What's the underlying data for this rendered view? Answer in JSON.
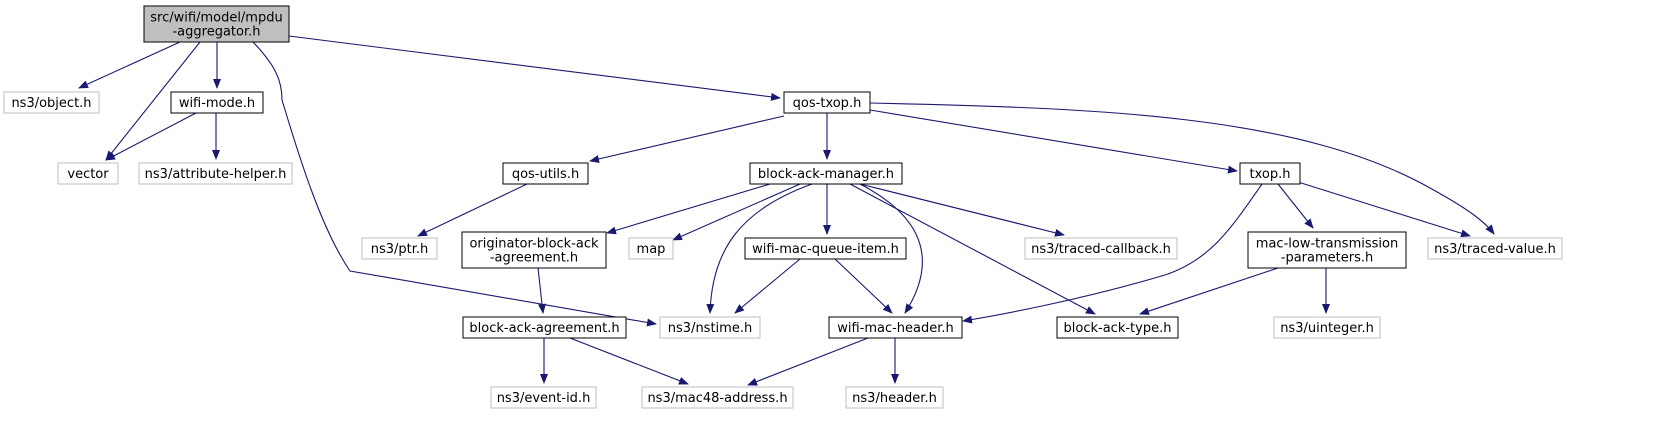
{
  "diagram": {
    "colors": {
      "edge": "#191970",
      "root_fill": "#bfbfbf",
      "root_border": "#000000",
      "node_border": "#000000",
      "external_border": "#bfbfbf",
      "text": "#000000"
    },
    "nodes": [
      {
        "id": "root",
        "lines": [
          "src/wifi/model/mpdu",
          "-aggregator.h"
        ],
        "style": "root"
      },
      {
        "id": "object",
        "lines": [
          "ns3/object.h"
        ],
        "style": "external"
      },
      {
        "id": "vector",
        "lines": [
          "vector"
        ],
        "style": "external"
      },
      {
        "id": "wifimode",
        "lines": [
          "wifi-mode.h"
        ],
        "style": "normal"
      },
      {
        "id": "attrhelper",
        "lines": [
          "ns3/attribute-helper.h"
        ],
        "style": "external"
      },
      {
        "id": "qostxop",
        "lines": [
          "qos-txop.h"
        ],
        "style": "normal"
      },
      {
        "id": "qosutils",
        "lines": [
          "qos-utils.h"
        ],
        "style": "normal"
      },
      {
        "id": "ptr",
        "lines": [
          "ns3/ptr.h"
        ],
        "style": "external"
      },
      {
        "id": "bam",
        "lines": [
          "block-ack-manager.h"
        ],
        "style": "normal"
      },
      {
        "id": "txop",
        "lines": [
          "txop.h"
        ],
        "style": "normal"
      },
      {
        "id": "oba",
        "lines": [
          "originator-block-ack",
          "-agreement.h"
        ],
        "style": "normal"
      },
      {
        "id": "map",
        "lines": [
          "map"
        ],
        "style": "external"
      },
      {
        "id": "wmqi",
        "lines": [
          "wifi-mac-queue-item.h"
        ],
        "style": "normal"
      },
      {
        "id": "tracedcb",
        "lines": [
          "ns3/traced-callback.h"
        ],
        "style": "external"
      },
      {
        "id": "mltp",
        "lines": [
          "mac-low-transmission",
          "-parameters.h"
        ],
        "style": "normal"
      },
      {
        "id": "tracedval",
        "lines": [
          "ns3/traced-value.h"
        ],
        "style": "external"
      },
      {
        "id": "baa",
        "lines": [
          "block-ack-agreement.h"
        ],
        "style": "normal"
      },
      {
        "id": "nstime",
        "lines": [
          "ns3/nstime.h"
        ],
        "style": "external"
      },
      {
        "id": "wmh",
        "lines": [
          "wifi-mac-header.h"
        ],
        "style": "normal"
      },
      {
        "id": "batype",
        "lines": [
          "block-ack-type.h"
        ],
        "style": "normal"
      },
      {
        "id": "uinteger",
        "lines": [
          "ns3/uinteger.h"
        ],
        "style": "external"
      },
      {
        "id": "eventid",
        "lines": [
          "ns3/event-id.h"
        ],
        "style": "external"
      },
      {
        "id": "mac48",
        "lines": [
          "ns3/mac48-address.h"
        ],
        "style": "external"
      },
      {
        "id": "header",
        "lines": [
          "ns3/header.h"
        ],
        "style": "external"
      }
    ],
    "edges": [
      [
        "root",
        "object"
      ],
      [
        "root",
        "vector"
      ],
      [
        "root",
        "wifimode"
      ],
      [
        "root",
        "qostxop"
      ],
      [
        "root",
        "nstime"
      ],
      [
        "wifimode",
        "vector"
      ],
      [
        "wifimode",
        "attrhelper"
      ],
      [
        "qostxop",
        "qosutils"
      ],
      [
        "qostxop",
        "bam"
      ],
      [
        "qostxop",
        "txop"
      ],
      [
        "qostxop",
        "tracedval"
      ],
      [
        "qosutils",
        "ptr"
      ],
      [
        "bam",
        "oba"
      ],
      [
        "bam",
        "map"
      ],
      [
        "bam",
        "wmqi"
      ],
      [
        "bam",
        "tracedcb"
      ],
      [
        "bam",
        "nstime"
      ],
      [
        "bam",
        "wmh"
      ],
      [
        "bam",
        "batype"
      ],
      [
        "txop",
        "mltp"
      ],
      [
        "txop",
        "tracedval"
      ],
      [
        "txop",
        "wmh"
      ],
      [
        "oba",
        "baa"
      ],
      [
        "wmqi",
        "nstime"
      ],
      [
        "wmqi",
        "wmh"
      ],
      [
        "mltp",
        "batype"
      ],
      [
        "mltp",
        "uinteger"
      ],
      [
        "baa",
        "eventid"
      ],
      [
        "baa",
        "mac48"
      ],
      [
        "wmh",
        "mac48"
      ],
      [
        "wmh",
        "header"
      ]
    ]
  }
}
